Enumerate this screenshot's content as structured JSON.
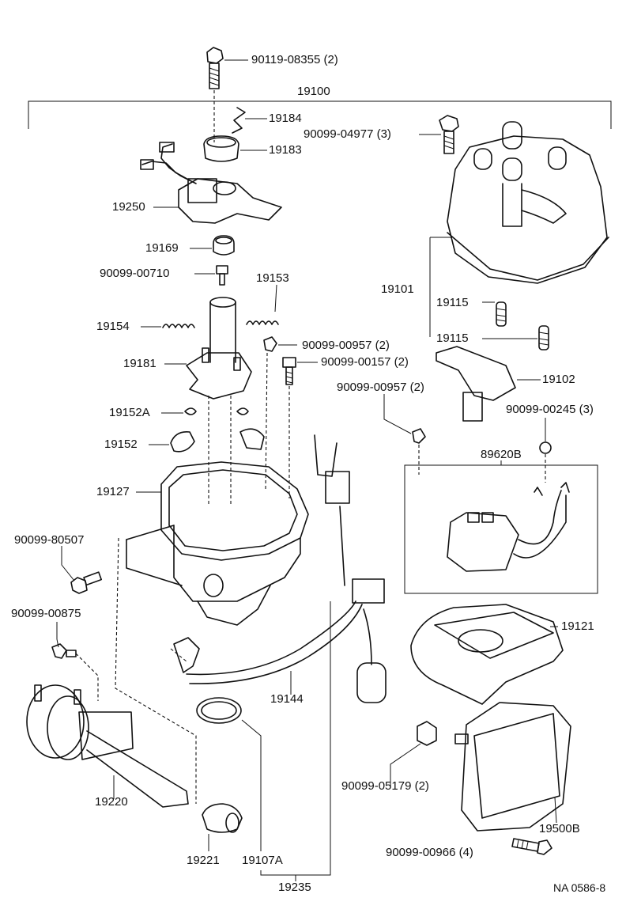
{
  "drawing_code": "NA 0586-8",
  "group_bracket": "19100",
  "subassembly_bracket": "19235",
  "callouts": [
    {
      "id": "c1",
      "text": "90119-08355 (2)"
    },
    {
      "id": "c2",
      "text": "19100"
    },
    {
      "id": "c3",
      "text": "19184"
    },
    {
      "id": "c4",
      "text": "90099-04977 (3)"
    },
    {
      "id": "c5",
      "text": "19183"
    },
    {
      "id": "c6",
      "text": "19250"
    },
    {
      "id": "c7",
      "text": "19169"
    },
    {
      "id": "c8",
      "text": "90099-00710"
    },
    {
      "id": "c9",
      "text": "19153"
    },
    {
      "id": "c10",
      "text": "19101"
    },
    {
      "id": "c11",
      "text": "19115"
    },
    {
      "id": "c12",
      "text": "19115"
    },
    {
      "id": "c13",
      "text": "19154"
    },
    {
      "id": "c14",
      "text": "90099-00957 (2)"
    },
    {
      "id": "c15",
      "text": "19181"
    },
    {
      "id": "c16",
      "text": "90099-00157 (2)"
    },
    {
      "id": "c17",
      "text": "19102"
    },
    {
      "id": "c18",
      "text": "90099-00957 (2)"
    },
    {
      "id": "c19",
      "text": "90099-00245 (3)"
    },
    {
      "id": "c20",
      "text": "19152A"
    },
    {
      "id": "c21",
      "text": "19152"
    },
    {
      "id": "c22",
      "text": "89620B"
    },
    {
      "id": "c23",
      "text": "19127"
    },
    {
      "id": "c24",
      "text": "90099-80507"
    },
    {
      "id": "c25",
      "text": "90099-00875"
    },
    {
      "id": "c26",
      "text": "19121"
    },
    {
      "id": "c27",
      "text": "19144"
    },
    {
      "id": "c28",
      "text": "90099-05179 (2)"
    },
    {
      "id": "c29",
      "text": "19220"
    },
    {
      "id": "c30",
      "text": "19500B"
    },
    {
      "id": "c31",
      "text": "90099-00966 (4)"
    },
    {
      "id": "c32",
      "text": "19221"
    },
    {
      "id": "c33",
      "text": "19107A"
    },
    {
      "id": "c34",
      "text": "19235"
    },
    {
      "id": "c35",
      "text": "NA 0586-8"
    }
  ]
}
